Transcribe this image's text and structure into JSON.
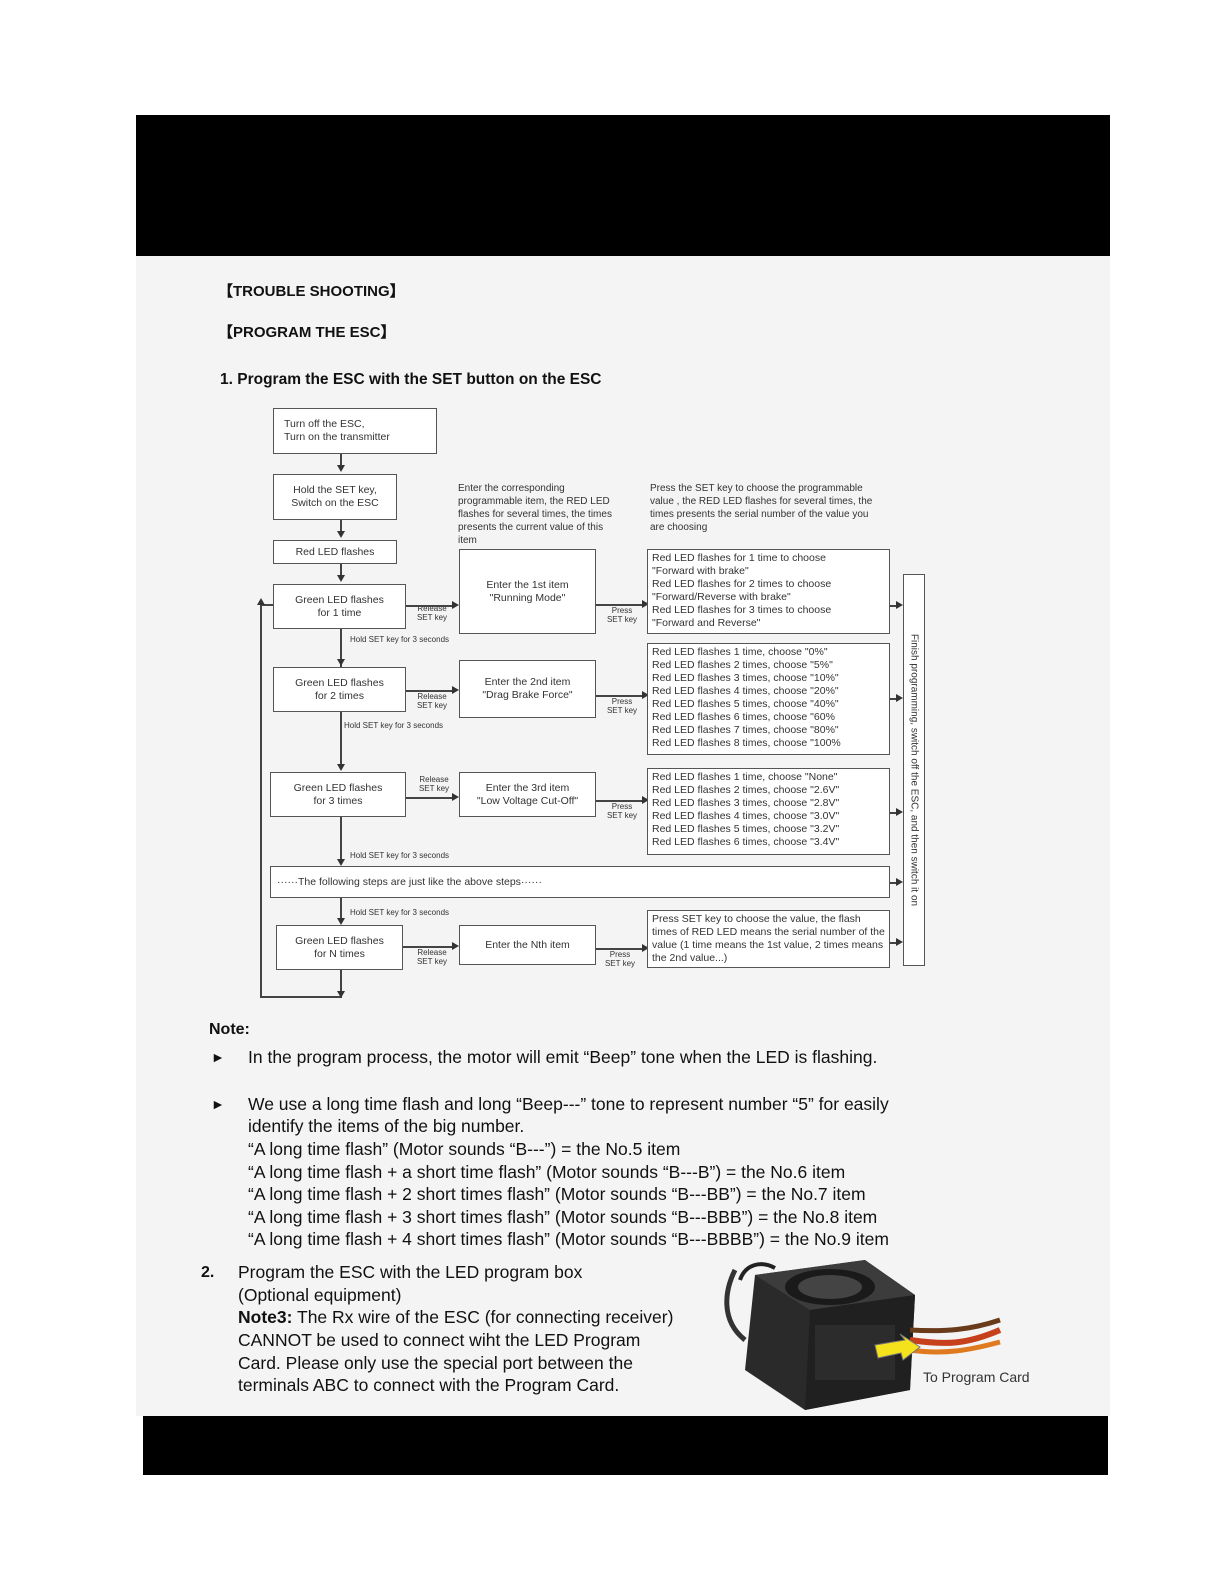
{
  "headings": {
    "trouble": "【TROUBLE SHOOTING】",
    "program": "【PROGRAM THE ESC】",
    "step1": "1.   Program the ESC with the SET button on the ESC"
  },
  "flow": {
    "start": "Turn off the ESC,\nTurn on the transmitter",
    "hold": "Hold the SET key,\nSwitch on the ESC",
    "red_led": "Red LED flashes",
    "col2_caption": "Enter the corresponding programmable item, the RED LED flashes for several times, the times presents the current value of this item",
    "col3_caption": "Press the SET key to choose the programmable value , the RED LED flashes for several times, the times presents the serial number of the value you are choosing",
    "green1": "Green LED flashes\nfor 1 time",
    "green2": "Green LED flashes\nfor 2 times",
    "green3": "Green LED flashes\nfor 3 times",
    "greenN": "Green LED flashes\nfor N times",
    "item1": "Enter the 1st item\n\"Running Mode\"",
    "item2": "Enter the 2nd item\n\"Drag Brake Force\"",
    "item3": "Enter the 3rd item\n\"Low Voltage Cut-Off\"",
    "itemN": "Enter the Nth item",
    "release": "Release\nSET key",
    "press": "Press\nSET key",
    "hold3": "Hold SET key for 3 seconds",
    "following": "······The following steps are just like the above steps······",
    "finish": "Finish programming, switch off the ESC, and then switch it on",
    "values1": "Red LED flashes for 1 time to choose\n  \"Forward with brake\"\nRed LED flashes for 2 times to  choose\n  \"Forward/Reverse with brake\"\nRed LED flashes for 3 times to  choose\n  \"Forward and Reverse\"",
    "values2": "Red LED flashes 1 time, choose \"0%\"\nRed LED flashes 2 times, choose \"5%\"\nRed LED flashes 3 times, choose \"10%\"\nRed LED flashes 4 times, choose \"20%\"\nRed LED flashes 5 times, choose \"40%\"\nRed LED flashes 6 times, choose \"60%\nRed LED flashes 7 times, choose \"80%\"\nRed LED flashes 8 times, choose \"100%",
    "values3": "Red LED flashes 1 time, choose \"None\"\nRed LED flashes 2 times, choose \"2.6V\"\nRed LED flashes 3 times, choose \"2.8V\"\nRed LED flashes 4 times, choose \"3.0V\"\nRed LED flashes 5 times, choose \"3.2V\"\nRed LED flashes 6 times, choose \"3.4V\"",
    "valuesN": "Press SET key to choose the value, the flash times of RED LED means the serial number of the value (1 time means the 1st value, 2 times means the 2nd value...)"
  },
  "notes": {
    "label": "Note:",
    "bullet1": "In the program process, the motor will emit “Beep” tone when the LED is flashing.",
    "bullet2_lines": [
      "We use a long time flash and long “Beep---” tone to represent number “5” for easily",
      "identify the items of the big number.",
      "“A long time flash” (Motor sounds “B---”) =  the No.5 item",
      "“A long time flash + a short time flash” (Motor sounds “B---B”) = the No.6 item",
      "“A long time flash + 2 short times flash” (Motor sounds “B---BB”) = the No.7 item",
      "“A long time flash + 3 short times flash” (Motor sounds “B---BBB”) = the No.8 item",
      "“A long time flash + 4 short times flash” (Motor sounds “B---BBBB”) = the No.9 item"
    ]
  },
  "step2": {
    "number": "2.",
    "line1": "Program the ESC with the LED program box",
    "line2": "(Optional equipment)",
    "note_label": "Note3:",
    "note_rest": " The Rx wire of the ESC (for connecting receiver)",
    "lines": [
      "CANNOT be used to connect wiht the LED Program",
      "Card. Please only use the special port between the",
      "terminals ABC to connect with the Program Card."
    ],
    "photo_caption": "To Program Card"
  }
}
